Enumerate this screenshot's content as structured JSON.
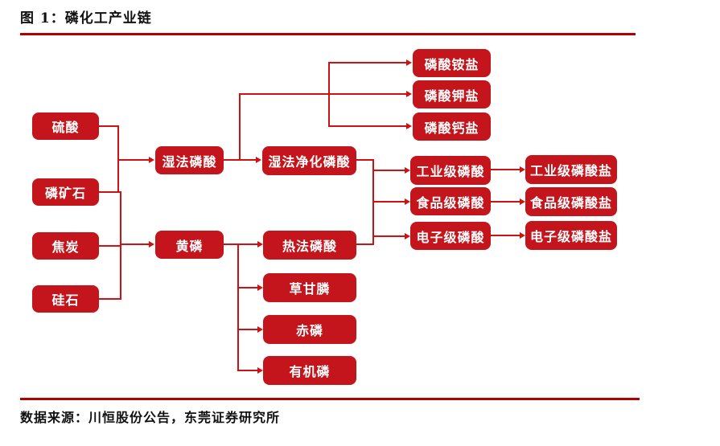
{
  "header": {
    "title": "图 1：磷化工产业链"
  },
  "footer": {
    "source": "数据来源：川恒股份公告，东莞证券研究所"
  },
  "colors": {
    "box_fill": "#c4151c",
    "line": "#cc1212",
    "rule": "#b00000",
    "box_text": "#ffffff",
    "title_text": "#111111"
  },
  "diagram": {
    "nodes": [
      {
        "id": "sulfuric-acid",
        "label": "硫酸"
      },
      {
        "id": "phosphate-rock",
        "label": "磷矿石"
      },
      {
        "id": "coke",
        "label": "焦炭"
      },
      {
        "id": "silica",
        "label": "硅石"
      },
      {
        "id": "wet-process-phosphoric-acid",
        "label": "湿法磷酸"
      },
      {
        "id": "yellow-phosphorus",
        "label": "黄磷"
      },
      {
        "id": "wet-purified-phosphoric-acid",
        "label": "湿法净化磷酸"
      },
      {
        "id": "thermal-phosphoric-acid",
        "label": "热法磷酸"
      },
      {
        "id": "glyphosate",
        "label": "草甘膦"
      },
      {
        "id": "red-phosphorus",
        "label": "赤磷"
      },
      {
        "id": "organophosphorus",
        "label": "有机磷"
      },
      {
        "id": "ammonium-phosphate-salt",
        "label": "磷酸铵盐"
      },
      {
        "id": "potassium-phosphate-salt",
        "label": "磷酸钾盐"
      },
      {
        "id": "calcium-phosphate-salt",
        "label": "磷酸钙盐"
      },
      {
        "id": "industrial-grade-acid",
        "label": "工业级磷酸"
      },
      {
        "id": "food-grade-acid",
        "label": "食品级磷酸"
      },
      {
        "id": "electronic-grade-acid",
        "label": "电子级磷酸"
      },
      {
        "id": "industrial-grade-salt",
        "label": "工业级磷酸盐"
      },
      {
        "id": "food-grade-salt",
        "label": "食品级磷酸盐"
      },
      {
        "id": "electronic-grade-salt",
        "label": "电子级磷酸盐"
      }
    ],
    "edges": [
      {
        "from": "硫酸",
        "to": "湿法磷酸"
      },
      {
        "from": "磷矿石",
        "to": "湿法磷酸"
      },
      {
        "from": "磷矿石",
        "to": "黄磷"
      },
      {
        "from": "焦炭",
        "to": "黄磷"
      },
      {
        "from": "硅石",
        "to": "黄磷"
      },
      {
        "from": "湿法磷酸",
        "to": "湿法净化磷酸"
      },
      {
        "from": "湿法磷酸",
        "to": "磷酸铵盐"
      },
      {
        "from": "湿法磷酸",
        "to": "磷酸钾盐"
      },
      {
        "from": "湿法磷酸",
        "to": "磷酸钙盐"
      },
      {
        "from": "湿法净化磷酸",
        "to": "工业级磷酸"
      },
      {
        "from": "湿法净化磷酸",
        "to": "食品级磷酸"
      },
      {
        "from": "湿法净化磷酸",
        "to": "电子级磷酸"
      },
      {
        "from": "黄磷",
        "to": "热法磷酸"
      },
      {
        "from": "热法磷酸",
        "to": "工业级磷酸"
      },
      {
        "from": "热法磷酸",
        "to": "食品级磷酸"
      },
      {
        "from": "热法磷酸",
        "to": "电子级磷酸"
      },
      {
        "from": "黄磷",
        "to": "草甘膦"
      },
      {
        "from": "黄磷",
        "to": "赤磷"
      },
      {
        "from": "黄磷",
        "to": "有机磷"
      },
      {
        "from": "工业级磷酸",
        "to": "工业级磷酸盐"
      },
      {
        "from": "食品级磷酸",
        "to": "食品级磷酸盐"
      },
      {
        "from": "电子级磷酸",
        "to": "电子级磷酸盐"
      }
    ]
  }
}
